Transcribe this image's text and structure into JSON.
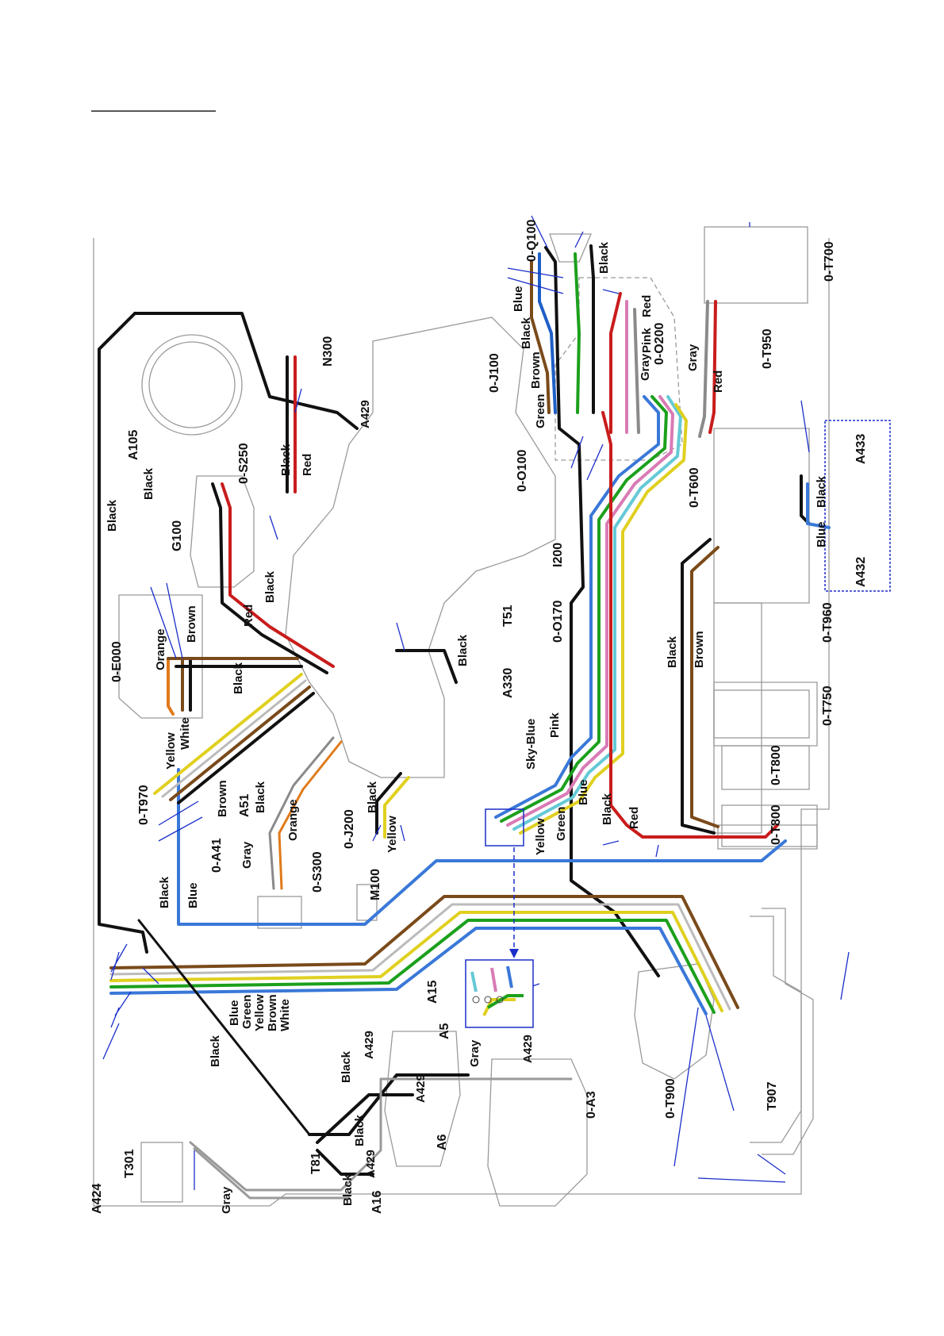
{
  "diagram": {
    "components": [
      "0-Q100",
      "0-T700",
      "0-O200",
      "0-J100",
      "N300",
      "A429",
      "A105",
      "0-S250",
      "G100",
      "0-O100",
      "0-T950",
      "A433",
      "A432",
      "0-T600",
      "I200",
      "0-E000",
      "T51",
      "0-O170",
      "A330",
      "0-T960",
      "0-T750",
      "0-T800",
      "0-T800",
      "0-T970",
      "A51",
      "0-A41",
      "0-J200",
      "0-S300",
      "M100",
      "A15",
      "A5",
      "A429",
      "A429",
      "0-A3",
      "A429",
      "A6",
      "A429",
      "A16",
      "T81",
      "T301",
      "A424",
      "0-T900",
      "T907"
    ],
    "wire_labels": {
      "q100_group": [
        "Blue",
        "Black",
        "Brown",
        "Green",
        "Black"
      ],
      "o200_group": [
        "Red",
        "Pink",
        "Gray"
      ],
      "top_left": [
        "Black",
        "Black",
        "Red",
        "Black",
        "Red",
        "Black"
      ],
      "e000_group": [
        "Orange",
        "Brown",
        "Black"
      ],
      "t970_group": [
        "Yellow",
        "White",
        "Brown",
        "Black"
      ],
      "s300_group": [
        "Gray",
        "Orange",
        "Black",
        "Blue"
      ],
      "j200_group": [
        "Black",
        "Yellow"
      ],
      "mid_group": [
        "Sky-Blue",
        "Pink",
        "Yellow",
        "Green",
        "Blue",
        "Black",
        "Red"
      ],
      "right_group": [
        "Gray",
        "Red",
        "Black",
        "Brown",
        "Black",
        "Blue"
      ],
      "bundle": [
        "Blue",
        "Green",
        "Yellow",
        "Brown",
        "White"
      ],
      "bottom_group": [
        "Black",
        "Black",
        "Black",
        "Black",
        "Gray",
        "Gray"
      ],
      "a330": "Black"
    }
  }
}
